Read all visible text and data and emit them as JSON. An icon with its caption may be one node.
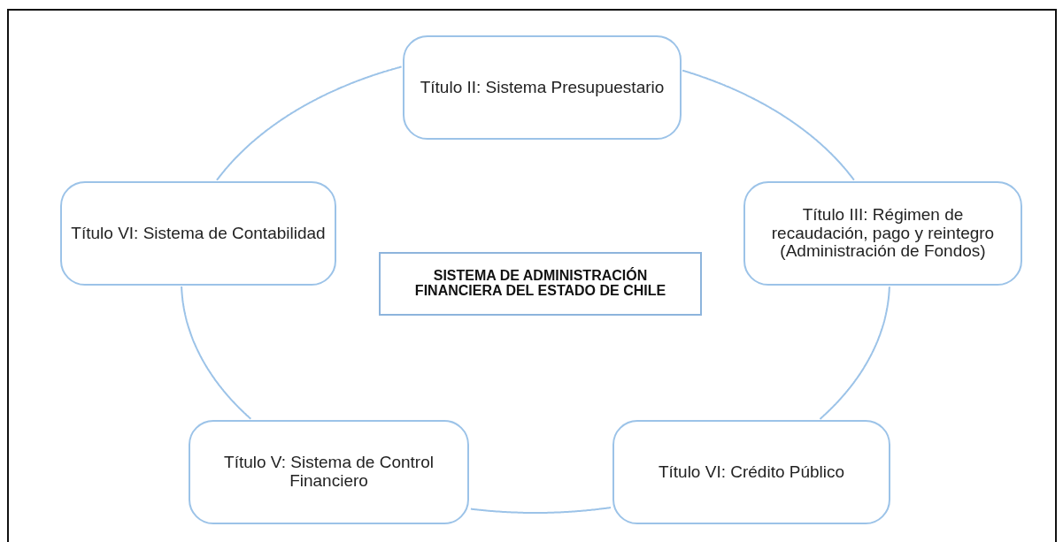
{
  "diagram": {
    "nodes": [
      {
        "text": [
          "Título II: Sistema Presupuestario"
        ]
      },
      {
        "text": [
          "Título VI: Sistema de Contabilidad"
        ]
      },
      {
        "text": [
          "Título III: Régimen de recaudación, pago y reintegro (Administración de Fondos)"
        ]
      },
      {
        "text": [
          "SISTEMA DE ADMINISTRACIÓN FINANCIERA DEL ESTADO DE CHILE"
        ]
      },
      {
        "text": [
          "Título V: Sistema de Control Financiero"
        ]
      },
      {
        "text": [
          "Título VI: Crédito Público"
        ]
      }
    ],
    "edges": [
      {
        "from": 0,
        "to": 2,
        "arrow": "none"
      },
      {
        "from": 2,
        "to": 5,
        "arrow": "none"
      },
      {
        "from": 5,
        "to": 4,
        "arrow": "none"
      },
      {
        "from": 4,
        "to": 1,
        "arrow": "none"
      },
      {
        "from": 1,
        "to": 0,
        "arrow": "none"
      }
    ]
  }
}
